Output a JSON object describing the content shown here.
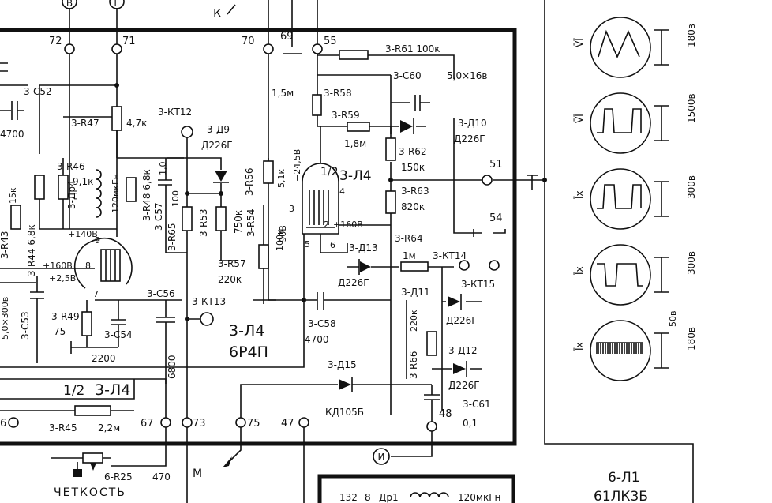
{
  "colors": {
    "ink": "#111111",
    "paper": "#ffffff"
  },
  "top_markers": {
    "b": "В",
    "g": "Г",
    "k": "К"
  },
  "nodes": {
    "n72": "72",
    "n71": "71",
    "n70": "70",
    "n69": "69",
    "n55": "55",
    "n51": "51",
    "n54": "54",
    "n6": "6",
    "n67": "67",
    "n73": "73",
    "n75": "75",
    "n47": "47",
    "n48": "48"
  },
  "capacitors": {
    "c52": "3-C52",
    "c52_val": "4700",
    "c60": "3-C60",
    "c60_val": "5,0×16в",
    "c57": "3-C57",
    "c57_val": "1,0",
    "c53": "3-C53",
    "c53_val": "5,0×300в",
    "c54": "3-C54",
    "c54_val": "2200",
    "c56": "3-C56",
    "c56_val": "6800",
    "c58": "3-C58",
    "c58_val": "4700",
    "c61": "3-C61",
    "c61_val": "0,1"
  },
  "resistors": {
    "r61": "3-R61 100к",
    "r58": "3-R58",
    "r58_val": "1,5м",
    "r59": "3-R59",
    "r59_val": "1,8м",
    "r47": "3-R47",
    "r47_val": "4,7к",
    "r46": "3-R46",
    "r46_val": "9,1к",
    "r48": "3-R48 6,8к",
    "r56": "3-R56",
    "r56_val": "5,1к",
    "r62": "3-R62",
    "r62_val": "150к",
    "r63": "3-R63",
    "r63_val": "820к",
    "r43": "3-R43",
    "r43_val": "15к",
    "r44": "3-R44 6,8к",
    "r65": "3-R65",
    "r65_val": "100",
    "r53": "3-R53",
    "r53_val": "750к",
    "r54": "3-R54",
    "r54_val": "100к",
    "r57": "3-R57",
    "r57_val": "220к",
    "r64": "3-R64",
    "r64_val": "1м",
    "r49": "3-R49",
    "r49_val": "75",
    "r66": "3-R66",
    "r66_val": "220к",
    "r45": "3-R45",
    "r45_val": "2,2м",
    "r25": "6-R25",
    "r25_val": "470"
  },
  "diodes": {
    "d9": "3-Д9",
    "d9_type": "Д226Г",
    "d10": "3-Д10",
    "d10_type": "Д226Г",
    "d13": "3-Д13",
    "d13_type": "Д226Г",
    "d11": "3-Д11",
    "d12": "3-Д12",
    "d12_type": "Д226Г",
    "d15": "3-Д15",
    "d15_type": "КД105Б",
    "d11_type": "Д226Г"
  },
  "inductors": {
    "dr4": "3-Др4",
    "dr4_val": "120мкГн",
    "dr1": "Др1",
    "dr1_val": "120мкГн"
  },
  "test_points": {
    "kt12": "3-КТ12",
    "kt13": "3-КТ13",
    "kt14": "3-КТ14",
    "kt15": "3-КТ15"
  },
  "tube": {
    "half_a": "1/2",
    "half_a_name": "3-Л4",
    "half_b": "1/2",
    "half_b_name": "3-Л4",
    "name": "3-Л4",
    "type": "6Р4П",
    "v24": "+24,5В",
    "v160": "+160В",
    "v90": "+90В",
    "v140": "+140В",
    "v160b": "+160В",
    "v25": "+2,5В",
    "pin3": "3",
    "pin4": "4",
    "pin2": "2",
    "pin5": "5",
    "pin6": "6",
    "pin9": "9",
    "pin8": "8",
    "pin7": "7"
  },
  "control": {
    "name": "ЧЕТКОСТЬ",
    "m": "М",
    "i": "И"
  },
  "waveforms": [
    {
      "tag": "V̄Ī",
      "amp": "180в"
    },
    {
      "tag": "V̄Ī",
      "amp": "1500в"
    },
    {
      "tag": "Īх",
      "amp": "300в"
    },
    {
      "tag": "Īх",
      "amp": "300в"
    },
    {
      "tag": "Īх",
      "amp": "180в",
      "sub": "50в"
    }
  ],
  "lamp6": {
    "name": "6-Л1",
    "type": "61ЛК3Б",
    "pin": "132",
    "pin8": "8"
  }
}
